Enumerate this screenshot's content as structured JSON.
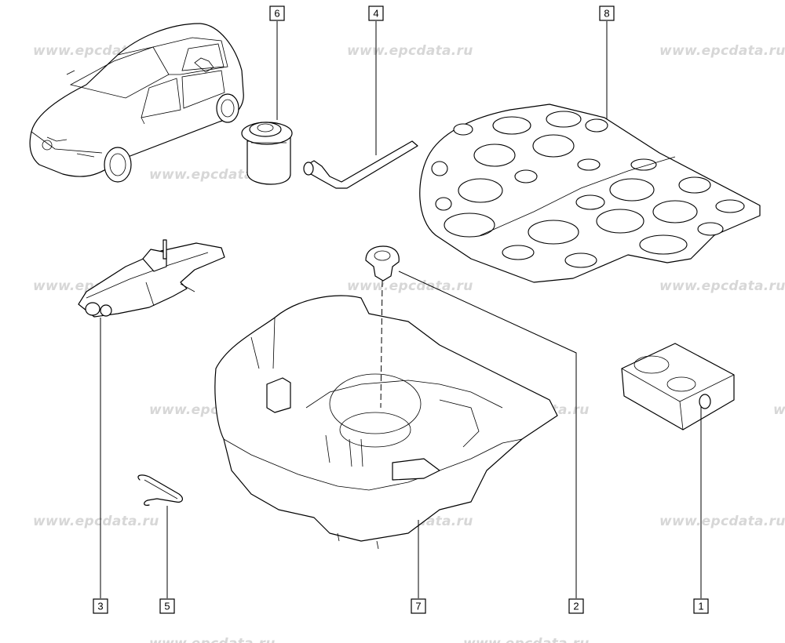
{
  "watermark": "www.epcdata.ru",
  "callouts": [
    {
      "id": "callout-6",
      "label": "6"
    },
    {
      "id": "callout-4",
      "label": "4"
    },
    {
      "id": "callout-8",
      "label": "8"
    },
    {
      "id": "callout-3",
      "label": "3"
    },
    {
      "id": "callout-5",
      "label": "5"
    },
    {
      "id": "callout-7",
      "label": "7"
    },
    {
      "id": "callout-2",
      "label": "2"
    },
    {
      "id": "callout-1",
      "label": "1"
    }
  ],
  "parts": {
    "car": "vehicle-overview",
    "p1": "tyre-inflator-compressor",
    "p2": "fixing-clip",
    "p3": "jack",
    "p4": "wheel-brace",
    "p5": "towing-hook",
    "p6": "sealant-bottle",
    "p7": "spare-well-tray",
    "p8": "floor-mat-grid"
  }
}
